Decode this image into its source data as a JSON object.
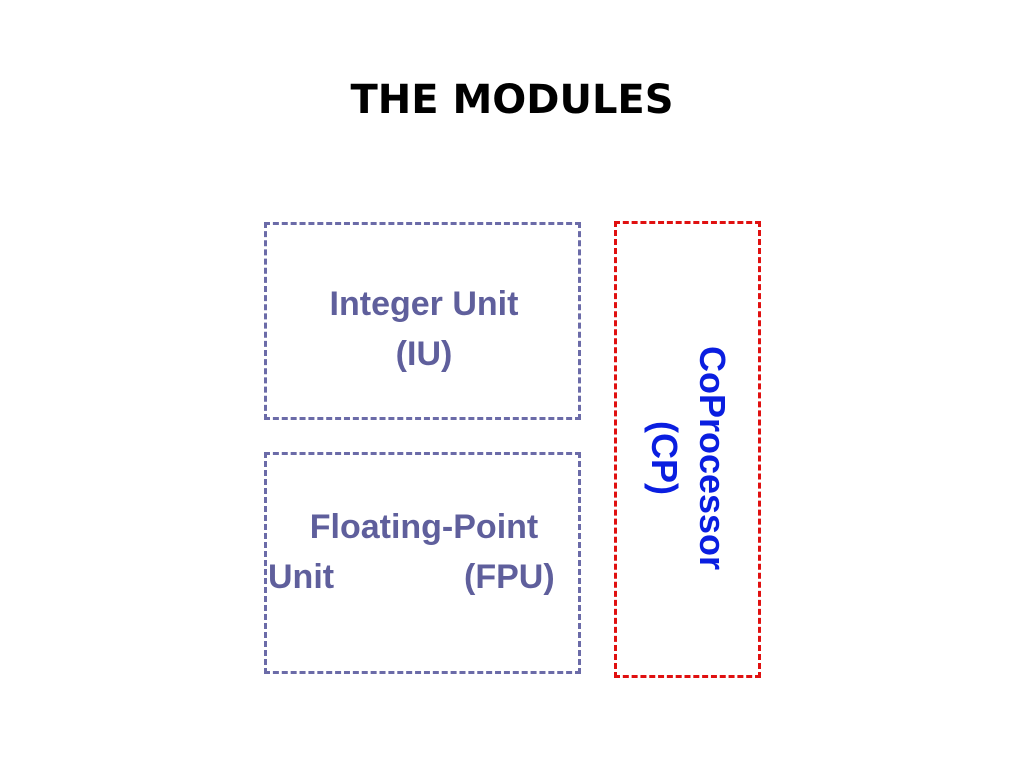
{
  "title": "THE MODULES",
  "colors": {
    "module_border": "#6b6ba8",
    "module_text": "#5f5f9c",
    "coprocessor_border": "#e01010",
    "coprocessor_text": "#0a1ee0"
  },
  "modules": {
    "integer_unit": {
      "line1": "Integer Unit",
      "line2": "(IU)"
    },
    "floating_point_unit": {
      "line1": "Floating-Point",
      "line2_left": "Unit",
      "line2_right": "(FPU)"
    },
    "coprocessor": {
      "line1": "CoProcessor",
      "line2": "(CP)"
    }
  }
}
